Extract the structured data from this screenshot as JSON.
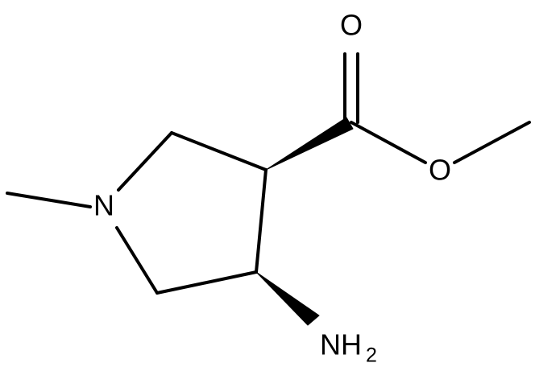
{
  "atoms": {
    "ring_nitrogen": "N",
    "carbonyl_oxygen": "O",
    "ester_oxygen": "O",
    "amine_label": "NH",
    "amine_subscript": "2"
  },
  "colors": {
    "bond": "#000000",
    "background": "#ffffff"
  }
}
